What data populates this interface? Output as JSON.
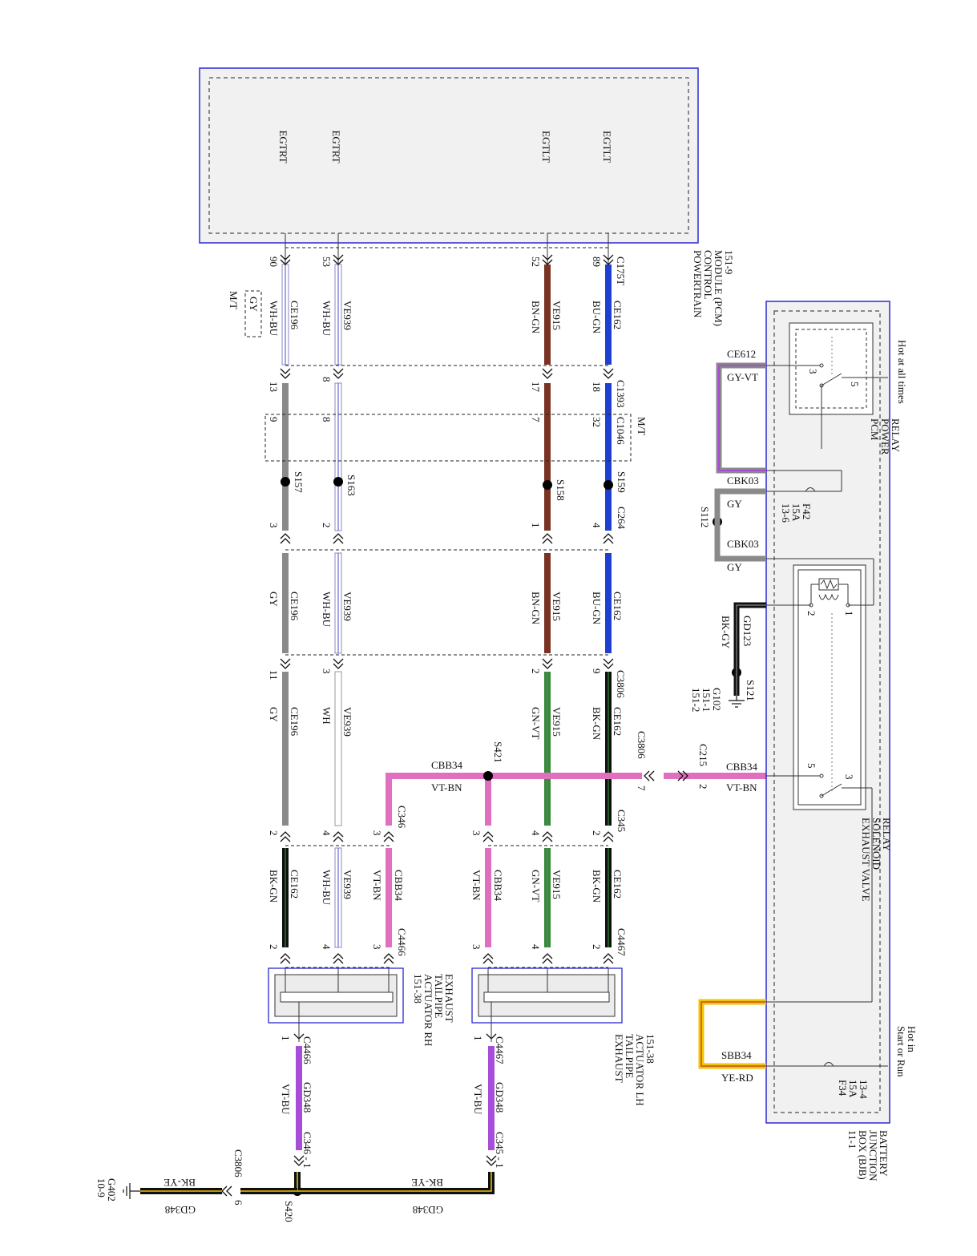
{
  "colors": {
    "BU": "#1f3fd0",
    "BN": "#7a3322",
    "GY": "#8a8a8a",
    "WH": "#ffffff",
    "GN": "#2f8f2f",
    "BK": "#101010",
    "VT": "#a64dd9",
    "PK": "#e06fc0",
    "YE": "#f2c400",
    "box_border": "#2a2ad0",
    "box_fill": "#f1f1f1"
  },
  "pcm": {
    "label_lines": [
      "POWERTRAIN",
      "CONTROL",
      "MODULE (PCM)",
      "151-9"
    ],
    "pins": [
      "EGTRT",
      "EGTRT",
      "EGTLT",
      "EGTLT"
    ],
    "connector": "C175T"
  },
  "bjb": {
    "label_lines": [
      "BATTERY",
      "JUNCTION",
      "BOX (BJB)",
      "11-1"
    ],
    "hot_top": "Hot at all times",
    "hot_bottom_lines": [
      "Hot in",
      "Start or Run"
    ],
    "pcm_relay_lines": [
      "PCM",
      "POWER",
      "RELAY"
    ],
    "exhaust_relay_lines": [
      "EXHAUST VALVE",
      "SOLENOID",
      "RELAY"
    ],
    "relay_pins": {
      "p3": "3",
      "p5": "5",
      "p1": "1",
      "p2": "2"
    },
    "f42": [
      "F42",
      "15A",
      "13-6"
    ],
    "f34": [
      "F34",
      "15A",
      "13-4"
    ]
  },
  "circuits": {
    "CE612": "CE612",
    "GY_VT": "GY-VT",
    "CBK03": "CBK03",
    "GY": "GY",
    "S112": "S112",
    "GD123": "GD123",
    "BK_GY": "BK-GY",
    "S121": "S121",
    "G102": [
      "G102",
      "151-1",
      "151-2"
    ],
    "C215": "C215",
    "CBB34": "CBB34",
    "VT_BN": "VT-BN",
    "SBB34": "SBB34",
    "YE_RD": "YE-RD"
  },
  "wires": {
    "ce162": "CE162",
    "bu_gn": "BU-GN",
    "ve915": "VE915",
    "bn_gn": "BN-GN",
    "ve939": "VE939",
    "wh_bu": "WH-BU",
    "ce196": "CE196",
    "gy": "GY",
    "gy_box": "GY",
    "mt": "M/T",
    "wh": "WH",
    "gn_vt": "GN-VT",
    "bk_gn": "BK-GN",
    "cbb34": "CBB34",
    "vt_bn": "VT-BN",
    "gd348": "GD348",
    "vt_bu": "VT-BU",
    "bk_ye": "BK-YE"
  },
  "connectors": {
    "C1393": "C1393",
    "C1046": "C1046",
    "C264": "C264",
    "C3806": "C3806",
    "C345": "C345",
    "C346": "C346",
    "C4466": "C4466",
    "C4467": "C4467",
    "C346_1": "C346 - 1",
    "C345_1": "C345 - 1"
  },
  "splices": {
    "S157": "S157",
    "S163": "S163",
    "S158": "S158",
    "S159": "S159",
    "S421": "S421",
    "S420": "S420"
  },
  "pins": {
    "pcm": [
      "90",
      "53",
      "52",
      "89"
    ],
    "c1393": [
      "13",
      "8",
      "17",
      "18"
    ],
    "c1046": [
      "9",
      "8",
      "7",
      "32"
    ],
    "c264": [
      "3",
      "2",
      "1",
      "4"
    ],
    "c3806": [
      "11",
      "3",
      "2",
      "9"
    ],
    "c3806_7": "7",
    "c215_2": "2",
    "c346": [
      "2",
      "4",
      "3"
    ],
    "c345": [
      "3",
      "4",
      "2"
    ],
    "act_rh": [
      "2",
      "4",
      "3",
      "1"
    ],
    "act_lh": [
      "3",
      "4",
      "2",
      "1"
    ],
    "c3806_6": "6"
  },
  "actuators": {
    "rh_lines": [
      "EXHAUST",
      "TAILPIPE",
      "ACTUATOR RH",
      "151-38"
    ],
    "lh_lines": [
      "EXHAUST",
      "TAILPIPE",
      "ACTUATOR LH",
      "151-38"
    ]
  },
  "ground": {
    "G402": [
      "G402",
      "10-9"
    ]
  }
}
